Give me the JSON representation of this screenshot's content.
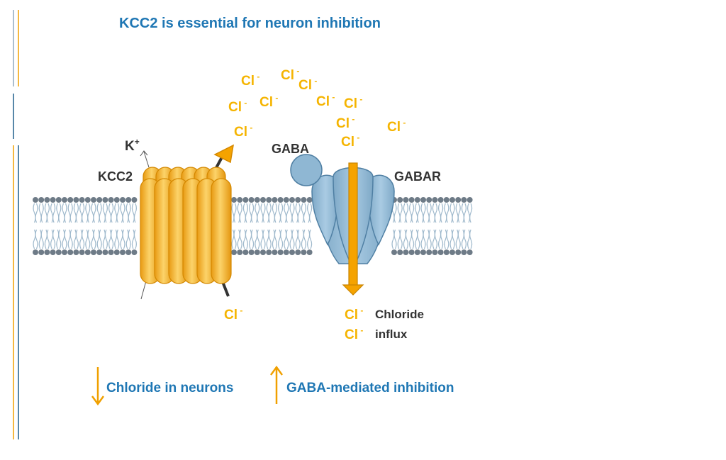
{
  "title": "KCC2 is essential for neuron inhibition",
  "labels": {
    "potassium": "K",
    "potassium_charge": "+",
    "kcc2": "KCC2",
    "gaba": "GABA",
    "gabar": "GABAR",
    "chloride_influx_line1": "Chloride",
    "chloride_influx_line2": "influx"
  },
  "chloride_ion": {
    "symbol": "Cl",
    "charge": "-"
  },
  "summary": {
    "left": "Chloride in neurons",
    "left_direction": "down",
    "right": "GABA-mediated inhibition",
    "right_direction": "up"
  },
  "colors": {
    "title_blue": "#1f77b4",
    "ion_orange": "#f5b400",
    "arrow_orange": "#f0a000",
    "transporter_orange": "#f7b733",
    "receptor_blue": "#8fb7d3",
    "membrane_gray": "#6e7b87",
    "text_dark": "#333333"
  }
}
